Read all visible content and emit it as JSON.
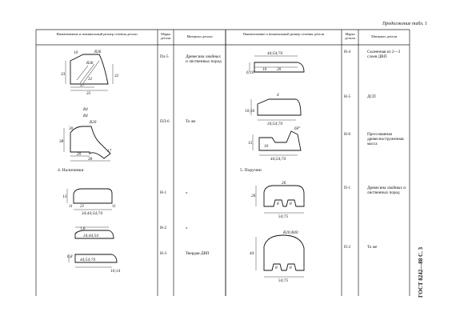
{
  "continuation": "Продолжение табл. 1",
  "side_label": "ГОСТ 8242—88 С. 3",
  "headers": {
    "name": "Наименование и номинальный размер сечения детали",
    "mark": "Марка детали",
    "material": "Материал детали"
  },
  "sections": {
    "platbands": "4. Наличники",
    "handrails": "5. Поручни"
  },
  "rows_left": [
    {
      "mark": "Пл-5",
      "material": "Древесина хвойных и лиственных пород"
    },
    {
      "mark": "ПЛ-6",
      "material": "То же"
    },
    {
      "mark": "Н-1",
      "material": "»"
    },
    {
      "mark": "Н-2",
      "material": "»"
    },
    {
      "mark": "Н-3",
      "material": "Твердая ДВП"
    }
  ],
  "rows_right": [
    {
      "mark": "Н-4",
      "material": "Склеенная из 2—3 слоев ДВП"
    },
    {
      "mark": "Н-5",
      "material": "ДСП"
    },
    {
      "mark": "Н-6",
      "material": "Прессованная древесностружечная масса"
    },
    {
      "mark": "П-1",
      "material": "Древесина хвойных и лиственных пород"
    },
    {
      "mark": "П-2",
      "material": "То же"
    }
  ],
  "dims": {
    "pl5": [
      "10",
      "R36",
      "R36",
      "33",
      "32",
      "37",
      "35",
      "32"
    ],
    "pl6": [
      "R4",
      "R4",
      "R20",
      "38",
      "30",
      "20",
      "38",
      "17"
    ],
    "n1": [
      "13",
      "11",
      "21",
      "11",
      "34;44;54;74"
    ],
    "n2": [
      "1,6",
      "34;44;54",
      "6,8"
    ],
    "n3": [
      "44;54;74",
      "10;14"
    ],
    "n4": [
      "44;54;74",
      "6;10",
      "10",
      "20"
    ],
    "n5": [
      "4",
      "10;16",
      "34;54;74"
    ],
    "n6": [
      "60°",
      "15",
      "10",
      "44;54;74"
    ],
    "p1": [
      "26",
      "26",
      "8",
      "8",
      "54;75"
    ],
    "p2": [
      "R20;R40",
      "44",
      "8",
      "8",
      "54;75"
    ]
  }
}
